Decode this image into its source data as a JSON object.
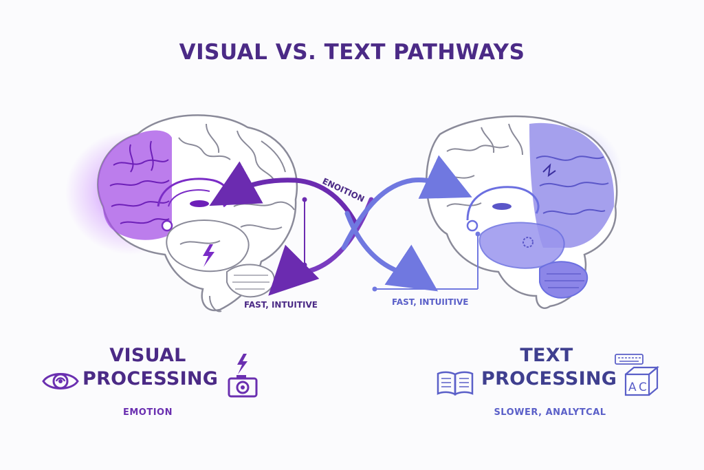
{
  "title": "VISUAL VS. TEXT PATHWAYS",
  "diagram": {
    "emotion_label": "ENOITION",
    "left_pathway_label": "FAST, INTUITIVE",
    "right_pathway_label": "FAST, INTUIITIVE"
  },
  "visual_panel": {
    "title_line1": "VISUAL",
    "title_line2": "PROCESSING",
    "subtitle": "EMOTION",
    "icons": [
      "eye-icon",
      "lightning-icon",
      "camera-icon"
    ]
  },
  "text_panel": {
    "title_line1": "TEXT",
    "title_line2": "PROCESSING",
    "subtitle": "SLOWER, ANALYTCAL",
    "icons": [
      "open-book-icon",
      "keyboard-icon",
      "abc-block-icon"
    ]
  },
  "colors": {
    "title": "#4b2a86",
    "visual_accent": "#8a2be2",
    "text_accent": "#6b6fe0",
    "brain_outline": "#8a8a99"
  }
}
